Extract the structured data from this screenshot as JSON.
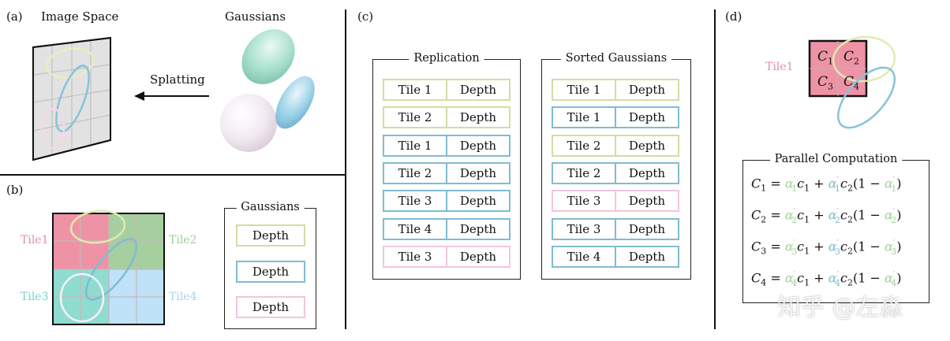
{
  "colors": {
    "yellow": "#d4dca4",
    "blue": "#7fbcd2",
    "pink": "#f1c6e0",
    "tile1": "#ee93a6",
    "tile2": "#a5cf9e",
    "tile3": "#8fdcd0",
    "tile4": "#bfe2f8"
  },
  "panel_a": {
    "label": "(a)",
    "image_space": "Image Space",
    "gaussians": "Gaussians",
    "splatting": "Splatting"
  },
  "panel_b": {
    "label": "(b)",
    "tiles": [
      "Tile1",
      "Tile2",
      "Tile3",
      "Tile4"
    ],
    "group_title": "Gaussians",
    "depth_boxes": [
      {
        "text": "Depth",
        "color": "yellow"
      },
      {
        "text": "Depth",
        "color": "blue"
      },
      {
        "text": "Depth",
        "color": "pink"
      }
    ]
  },
  "panel_c": {
    "label": "(c)",
    "replication": {
      "title": "Replication",
      "rows": [
        {
          "tile": "Tile 1",
          "depth": "Depth",
          "color": "yellow"
        },
        {
          "tile": "Tile 2",
          "depth": "Depth",
          "color": "yellow"
        },
        {
          "tile": "Tile 1",
          "depth": "Depth",
          "color": "blue"
        },
        {
          "tile": "Tile 2",
          "depth": "Depth",
          "color": "blue"
        },
        {
          "tile": "Tile 3",
          "depth": "Depth",
          "color": "blue"
        },
        {
          "tile": "Tile 4",
          "depth": "Depth",
          "color": "blue"
        },
        {
          "tile": "Tile 3",
          "depth": "Depth",
          "color": "pink"
        }
      ]
    },
    "sorted": {
      "title": "Sorted Gaussians",
      "rows": [
        {
          "tile": "Tile 1",
          "depth": "Depth",
          "color": "yellow"
        },
        {
          "tile": "Tile 1",
          "depth": "Depth",
          "color": "blue"
        },
        {
          "tile": "Tile 2",
          "depth": "Depth",
          "color": "yellow"
        },
        {
          "tile": "Tile 2",
          "depth": "Depth",
          "color": "blue"
        },
        {
          "tile": "Tile 3",
          "depth": "Depth",
          "color": "pink"
        },
        {
          "tile": "Tile 3",
          "depth": "Depth",
          "color": "blue"
        },
        {
          "tile": "Tile 4",
          "depth": "Depth",
          "color": "blue"
        }
      ]
    }
  },
  "panel_d": {
    "label": "(d)",
    "tile_label": "Tile1",
    "cells": [
      "C",
      "C",
      "C",
      "C"
    ],
    "cell_subs": [
      "1",
      "2",
      "3",
      "4"
    ],
    "group_title": "Parallel Computation",
    "equations": [
      {
        "lhs": "C",
        "idx": "1"
      },
      {
        "lhs": "C",
        "idx": "2"
      },
      {
        "lhs": "C",
        "idx": "3"
      },
      {
        "lhs": "C",
        "idx": "4"
      }
    ]
  },
  "watermark": "知乎 @左淼"
}
